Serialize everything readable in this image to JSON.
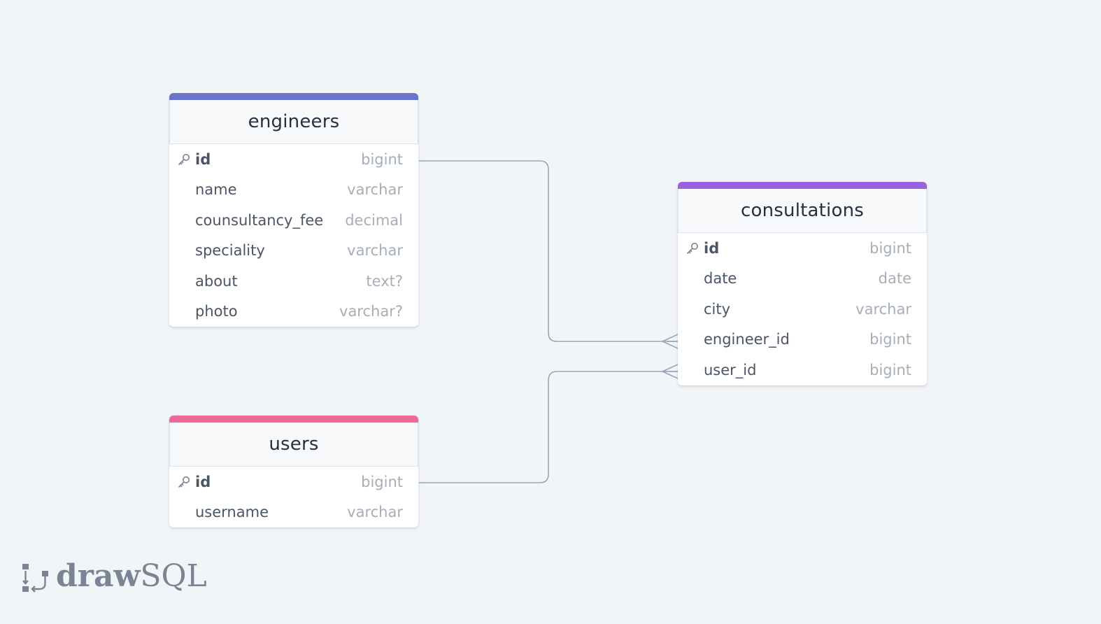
{
  "tables": {
    "engineers": {
      "name": "engineers",
      "columns": [
        {
          "name": "id",
          "type": "bigint",
          "primary_key": true
        },
        {
          "name": "name",
          "type": "varchar"
        },
        {
          "name": "counsultancy_fee",
          "type": "decimal"
        },
        {
          "name": "speciality",
          "type": "varchar"
        },
        {
          "name": "about",
          "type": "text?"
        },
        {
          "name": "photo",
          "type": "varchar?"
        }
      ],
      "accent_color": "#6a74cd"
    },
    "consultations": {
      "name": "consultations",
      "columns": [
        {
          "name": "id",
          "type": "bigint",
          "primary_key": true
        },
        {
          "name": "date",
          "type": "date"
        },
        {
          "name": "city",
          "type": "varchar"
        },
        {
          "name": "engineer_id",
          "type": "bigint"
        },
        {
          "name": "user_id",
          "type": "bigint"
        }
      ],
      "accent_color": "#9863de"
    },
    "users": {
      "name": "users",
      "columns": [
        {
          "name": "id",
          "type": "bigint",
          "primary_key": true
        },
        {
          "name": "username",
          "type": "varchar"
        }
      ],
      "accent_color": "#ed6a98"
    }
  },
  "relationships": [
    {
      "from": "engineers.id",
      "to": "consultations.engineer_id",
      "cardinality": "one-to-many"
    },
    {
      "from": "users.id",
      "to": "consultations.user_id",
      "cardinality": "one-to-many"
    }
  ],
  "brand": {
    "bold": "draw",
    "light": "SQL",
    "icon": "drawsql-logo-icon"
  }
}
